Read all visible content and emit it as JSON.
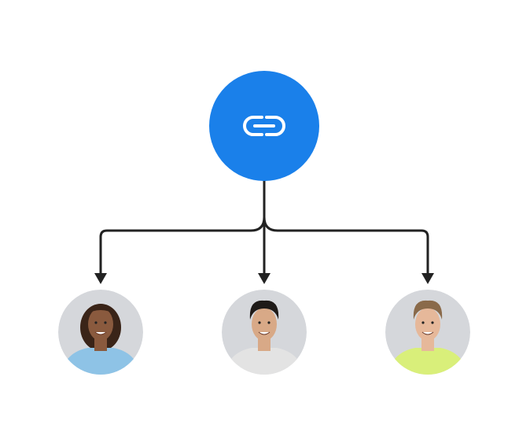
{
  "hub": {
    "icon": "link-icon",
    "color": "#1a80ea",
    "icon_color": "#ffffff"
  },
  "connector_color": "#222222",
  "avatar_bg": "#d5d7db",
  "people": [
    {
      "icon": "avatar-woman-curly-hair",
      "shirt": "#8ec3e6",
      "hair": "#3a2418",
      "skin": "#8a5a3e"
    },
    {
      "icon": "avatar-man-dark-hair",
      "shirt": "#e3e3e3",
      "hair": "#1e1a18",
      "skin": "#d8a987"
    },
    {
      "icon": "avatar-man-light-hair",
      "shirt": "#d9ef7a",
      "hair": "#8a6a4a",
      "skin": "#e6b89a"
    }
  ]
}
